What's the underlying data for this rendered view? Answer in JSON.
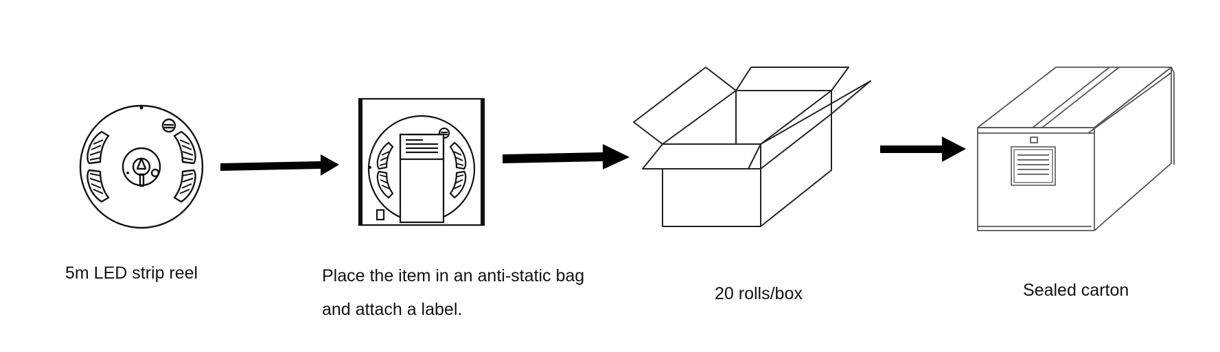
{
  "steps": [
    {
      "id": "reel",
      "icon": "led-strip-reel-icon",
      "caption_lines": [
        "5m LED strip reel"
      ]
    },
    {
      "id": "bag",
      "icon": "anti-static-bag-icon",
      "caption_lines": [
        "Place the item in an anti-static bag",
        "and attach a label."
      ]
    },
    {
      "id": "box",
      "icon": "open-box-icon",
      "caption_lines": [
        "20 rolls/box"
      ]
    },
    {
      "id": "carton",
      "icon": "sealed-carton-icon",
      "caption_lines": [
        "Sealed carton"
      ]
    }
  ],
  "connector_icon": "right-arrow-icon",
  "colors": {
    "stroke": "#111111",
    "arrow": "#000000",
    "background": "#ffffff"
  }
}
